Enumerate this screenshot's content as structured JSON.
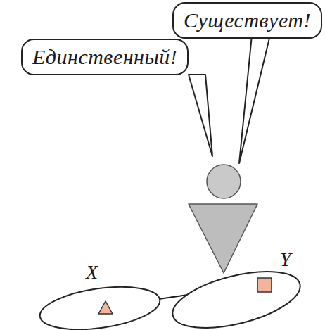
{
  "diagram": {
    "nodes": [
      {
        "text": [
          "Существует!"
        ]
      },
      {
        "text": [
          "Единственный!"
        ]
      },
      {
        "text": [
          "X"
        ]
      },
      {
        "text": [
          "Y"
        ]
      }
    ],
    "edges": [
      {
        "from": 2,
        "to": 3,
        "arrow": "to"
      }
    ]
  }
}
